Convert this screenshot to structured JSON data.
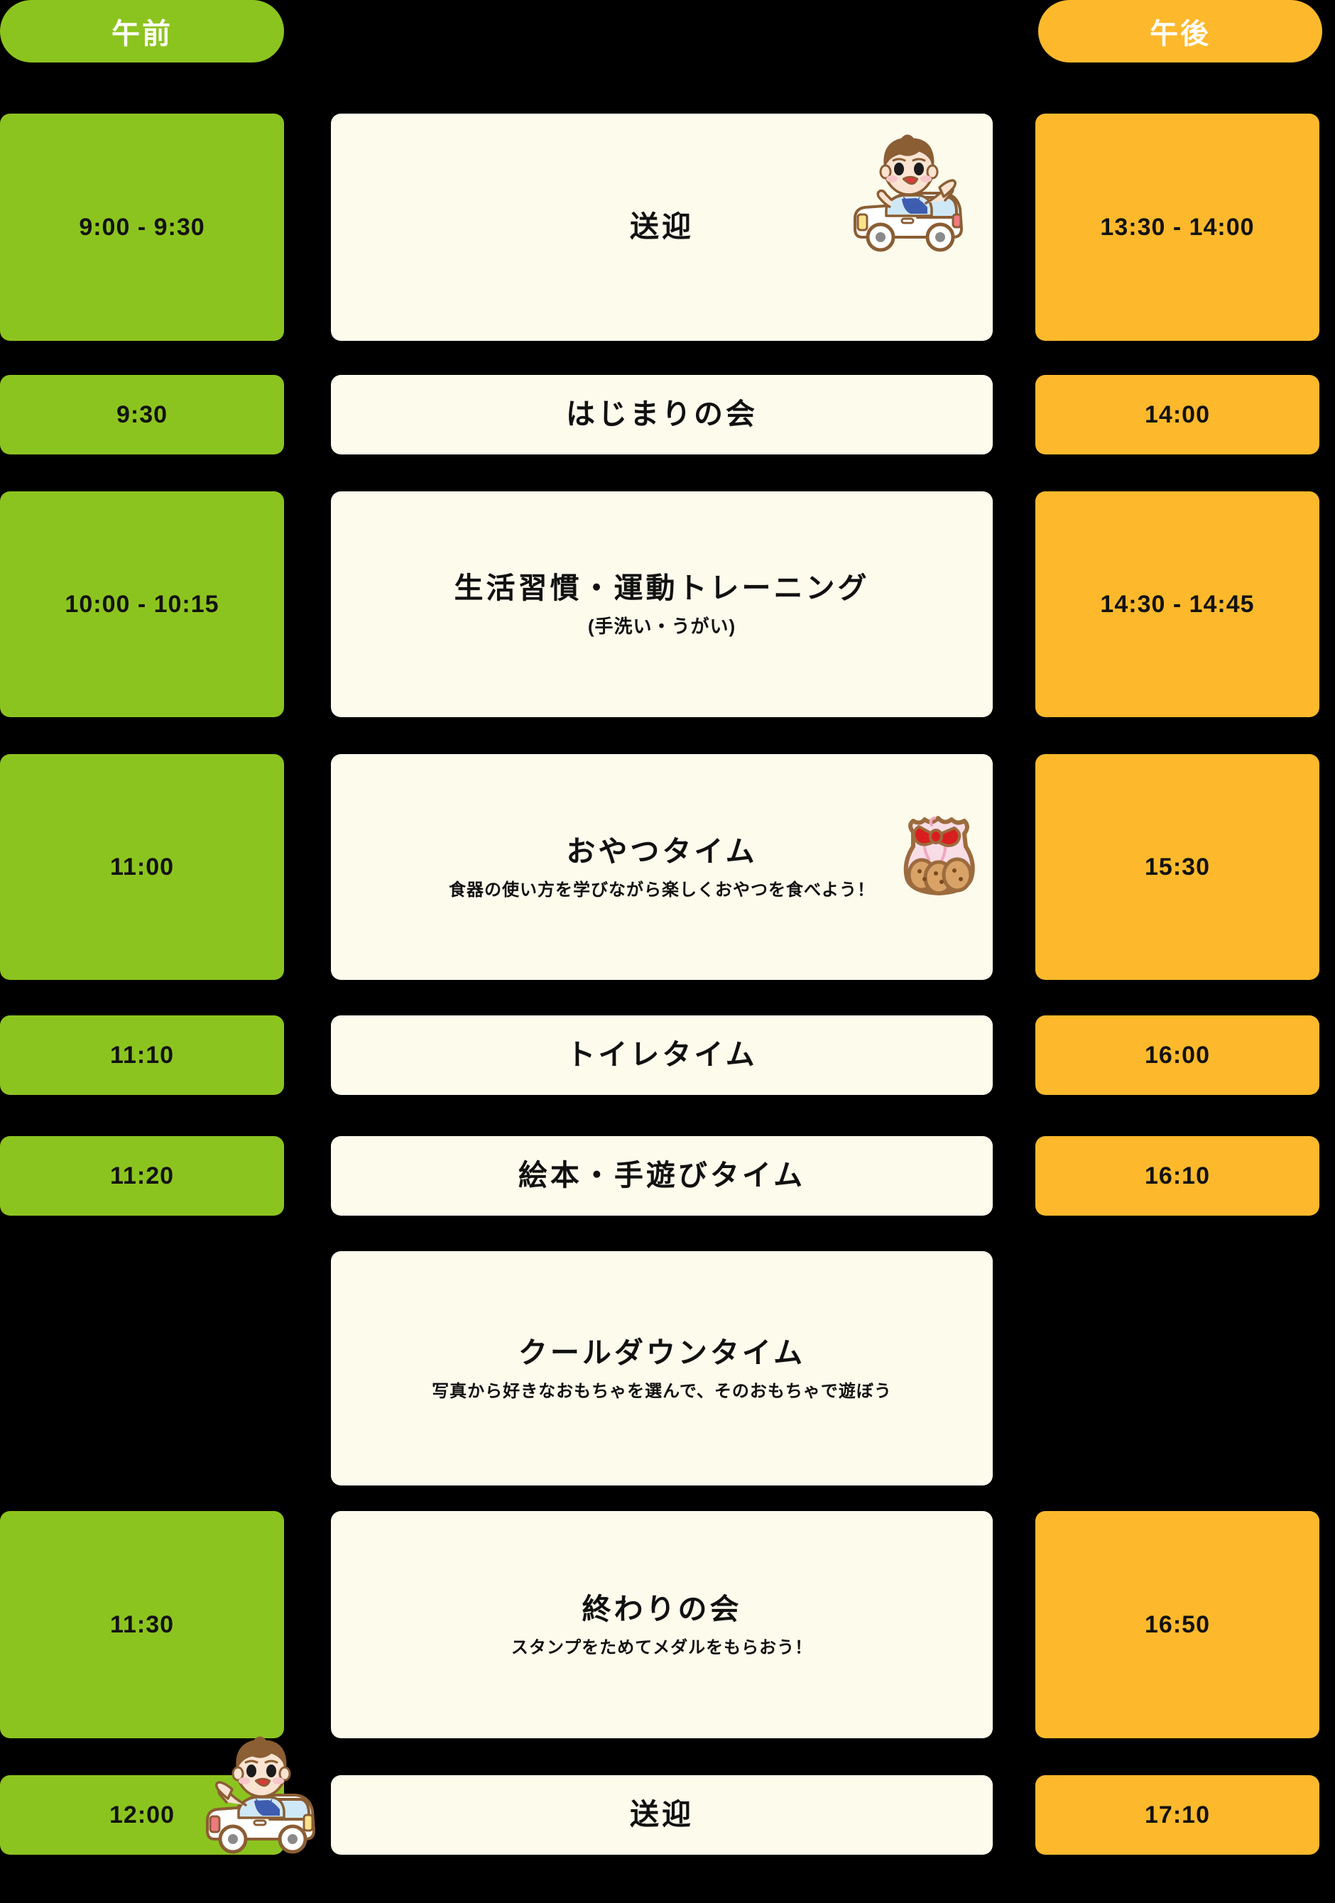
{
  "colors": {
    "background": "#000000",
    "morning": "#8CC41F",
    "afternoon": "#FDB92B",
    "card": "#FDFBEC",
    "text_dark": "#111111",
    "text_light": "#FFFFFF"
  },
  "header": {
    "morning_label": "午前",
    "afternoon_label": "午後"
  },
  "rows": [
    {
      "morning_time": "9:00 - 9:30",
      "afternoon_time": "13:30 - 14:00",
      "title": "送迎",
      "subtitle": "",
      "illustration": "boy-in-car-icon"
    },
    {
      "morning_time": "9:30",
      "afternoon_time": "14:00",
      "title": "はじまりの会",
      "subtitle": "",
      "illustration": ""
    },
    {
      "morning_time": "10:00 - 10:15",
      "afternoon_time": "14:30 - 14:45",
      "title": "生活習慣・運動トレーニング",
      "subtitle": "(手洗い・うがい)",
      "illustration": ""
    },
    {
      "morning_time": "11:00",
      "afternoon_time": "15:30",
      "title": "おやつタイム",
      "subtitle": "食器の使い方を学びながら楽しくおやつを食べよう！",
      "illustration": "cookie-bag-icon"
    },
    {
      "morning_time": "11:10",
      "afternoon_time": "16:00",
      "title": "トイレタイム",
      "subtitle": "",
      "illustration": ""
    },
    {
      "morning_time": "11:20",
      "afternoon_time": "16:10",
      "title": "絵本・手遊びタイム",
      "subtitle": "",
      "illustration": ""
    },
    {
      "morning_time": "",
      "afternoon_time": "",
      "title": "クールダウンタイム",
      "subtitle": "写真から好きなおもちゃを選んで、そのおもちゃで遊ぼう",
      "illustration": ""
    },
    {
      "morning_time": "11:30",
      "afternoon_time": "16:50",
      "title": "終わりの会",
      "subtitle": "スタンプをためてメダルをもらおう！",
      "illustration": ""
    },
    {
      "morning_time": "12:00",
      "afternoon_time": "17:10",
      "title": "送迎",
      "subtitle": "",
      "illustration": "boy-in-car-icon"
    }
  ]
}
